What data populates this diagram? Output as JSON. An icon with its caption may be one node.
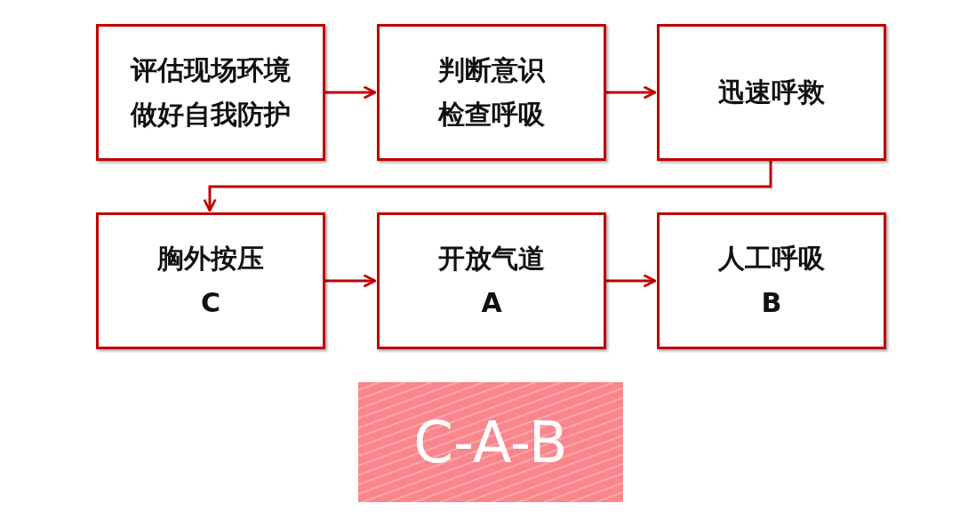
{
  "diagram": {
    "nodes": [
      {
        "text": [
          "评估现场环境",
          "做好自我防护"
        ]
      },
      {
        "text": [
          "判断意识",
          "检查呼吸"
        ]
      },
      {
        "text": [
          "迅速呼救"
        ]
      },
      {
        "text": [
          "胸外按压",
          "C"
        ]
      },
      {
        "text": [
          "开放气道",
          "A"
        ]
      },
      {
        "text": [
          "人工呼吸",
          "B"
        ]
      },
      {
        "text": [
          "C-A-B"
        ]
      }
    ],
    "edges": [
      {
        "from": 0,
        "to": 1,
        "arrow": "to"
      },
      {
        "from": 1,
        "to": 2,
        "arrow": "to"
      },
      {
        "from": 2,
        "to": 3,
        "arrow": "to"
      },
      {
        "from": 3,
        "to": 4,
        "arrow": "to"
      },
      {
        "from": 4,
        "to": 5,
        "arrow": "to"
      }
    ]
  }
}
